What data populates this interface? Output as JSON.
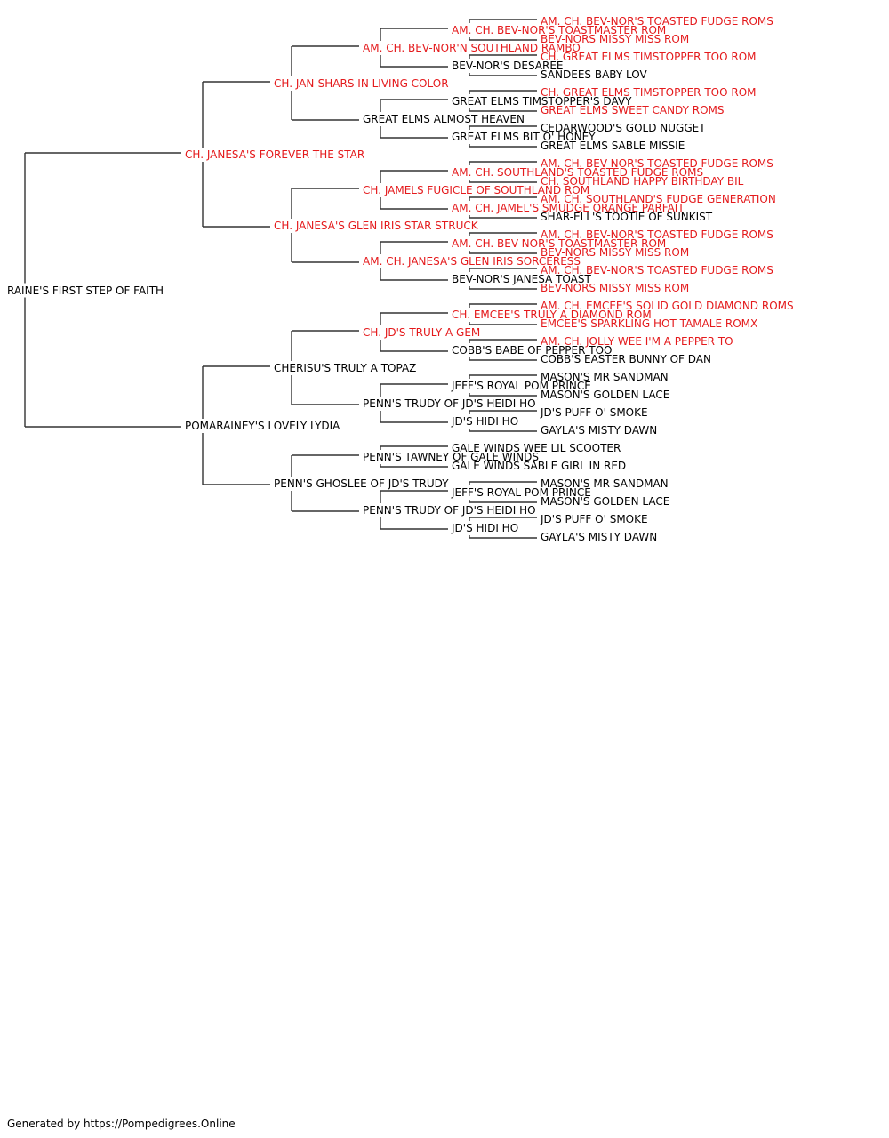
{
  "colors": {
    "champion": "#e41a1c",
    "normal": "#000000",
    "line": "#333333"
  },
  "footer": "Generated by https://Pompedigrees.Online",
  "pedigree": {
    "name": "RAINE'S FIRST STEP OF FAITH",
    "champ": false,
    "sire": {
      "name": "CH. JANESA'S FOREVER THE STAR",
      "champ": true,
      "sire": {
        "name": "CH. JAN-SHARS IN LIVING COLOR",
        "champ": true,
        "sire": {
          "name": "AM. CH. BEV-NOR'N SOUTHLAND RAMBO",
          "champ": true,
          "sire": {
            "name": "AM. CH. BEV-NOR'S TOASTMASTER ROM",
            "champ": true,
            "sire": {
              "name": "AM. CH. BEV-NOR'S TOASTED FUDGE ROMS",
              "champ": true
            },
            "dam": {
              "name": "BEV-NORS MISSY MISS ROM",
              "champ": true
            }
          },
          "dam": {
            "name": "BEV-NOR'S DESAREE",
            "champ": false,
            "sire": {
              "name": "CH. GREAT ELMS TIMSTOPPER TOO ROM",
              "champ": true
            },
            "dam": {
              "name": "SANDEES BABY LOV",
              "champ": false
            }
          }
        },
        "dam": {
          "name": "GREAT ELMS ALMOST HEAVEN",
          "champ": false,
          "sire": {
            "name": "GREAT ELMS TIMSTOPPER'S DAVY",
            "champ": false,
            "sire": {
              "name": "CH. GREAT ELMS TIMSTOPPER TOO ROM",
              "champ": true
            },
            "dam": {
              "name": "GREAT ELMS SWEET CANDY ROMS",
              "champ": true
            }
          },
          "dam": {
            "name": "GREAT ELMS BIT O' HONEY",
            "champ": false,
            "sire": {
              "name": "CEDARWOOD'S GOLD NUGGET",
              "champ": false
            },
            "dam": {
              "name": "GREAT ELMS SABLE MISSIE",
              "champ": false
            }
          }
        }
      },
      "dam": {
        "name": "CH. JANESA'S GLEN IRIS STAR STRUCK",
        "champ": true,
        "sire": {
          "name": "CH. JAMELS FUGICLE OF SOUTHLAND ROM",
          "champ": true,
          "sire": {
            "name": "AM. CH. SOUTHLAND'S TOASTED FUDGE ROMS",
            "champ": true,
            "sire": {
              "name": "AM. CH. BEV-NOR'S TOASTED FUDGE ROMS",
              "champ": true
            },
            "dam": {
              "name": "CH. SOUTHLAND HAPPY BIRTHDAY BIL",
              "champ": true
            }
          },
          "dam": {
            "name": "AM. CH. JAMEL'S SMUDGE ORANGE PARFAIT",
            "champ": true,
            "sire": {
              "name": "AM. CH. SOUTHLAND'S FUDGE GENERATION",
              "champ": true
            },
            "dam": {
              "name": "SHAR-ELL'S TOOTIE OF SUNKIST",
              "champ": false
            }
          }
        },
        "dam": {
          "name": "AM. CH. JANESA'S GLEN IRIS SORCERESS",
          "champ": true,
          "sire": {
            "name": "AM. CH. BEV-NOR'S TOASTMASTER ROM",
            "champ": true,
            "sire": {
              "name": "AM. CH. BEV-NOR'S TOASTED FUDGE ROMS",
              "champ": true
            },
            "dam": {
              "name": "BEV-NORS MISSY MISS ROM",
              "champ": true
            }
          },
          "dam": {
            "name": "BEV-NOR'S JANESA TOAST",
            "champ": false,
            "sire": {
              "name": "AM. CH. BEV-NOR'S TOASTED FUDGE ROMS",
              "champ": true
            },
            "dam": {
              "name": "BEV-NORS MISSY MISS ROM",
              "champ": true
            }
          }
        }
      }
    },
    "dam": {
      "name": "POMARAINEY'S LOVELY LYDIA",
      "champ": false,
      "sire": {
        "name": "CHERISU'S TRULY A TOPAZ",
        "champ": false,
        "sire": {
          "name": "CH. JD'S TRULY A GEM",
          "champ": true,
          "sire": {
            "name": "CH. EMCEE'S TRULY A DIAMOND ROM",
            "champ": true,
            "sire": {
              "name": "AM. CH. EMCEE'S SOLID GOLD DIAMOND ROMS",
              "champ": true
            },
            "dam": {
              "name": "EMCEE'S SPARKLING HOT TAMALE ROMX",
              "champ": true
            }
          },
          "dam": {
            "name": "COBB'S BABE OF PEPPER TOO",
            "champ": false,
            "sire": {
              "name": "AM. CH. JOLLY WEE I'M A PEPPER TO",
              "champ": true
            },
            "dam": {
              "name": "COBB'S EASTER BUNNY OF DAN",
              "champ": false
            }
          }
        },
        "dam": {
          "name": "PENN'S TRUDY OF JD'S HEIDI HO",
          "champ": false,
          "sire": {
            "name": "JEFF'S ROYAL POM PRINCE",
            "champ": false,
            "sire": {
              "name": "MASON'S MR SANDMAN",
              "champ": false
            },
            "dam": {
              "name": "MASON'S GOLDEN LACE",
              "champ": false
            }
          },
          "dam": {
            "name": "JD'S HIDI HO",
            "champ": false,
            "sire": {
              "name": "JD'S PUFF O' SMOKE",
              "champ": false
            },
            "dam": {
              "name": "GAYLA'S MISTY DAWN",
              "champ": false
            }
          }
        }
      },
      "dam": {
        "name": "PENN'S GHOSLEE OF JD'S TRUDY",
        "champ": false,
        "sire": {
          "name": "PENN'S TAWNEY OF GALE WINDS",
          "champ": false,
          "sire": {
            "name": "GALE WINDS WEE LIL SCOOTER",
            "champ": false
          },
          "dam": {
            "name": "GALE WINDS SABLE GIRL IN RED",
            "champ": false
          }
        },
        "dam": {
          "name": "PENN'S TRUDY OF JD'S HEIDI HO",
          "champ": false,
          "sire": {
            "name": "JEFF'S ROYAL POM PRINCE",
            "champ": false,
            "sire": {
              "name": "MASON'S MR SANDMAN",
              "champ": false
            },
            "dam": {
              "name": "MASON'S GOLDEN LACE",
              "champ": false
            }
          },
          "dam": {
            "name": "JD'S HIDI HO",
            "champ": false,
            "sire": {
              "name": "JD'S PUFF O' SMOKE",
              "champ": false
            },
            "dam": {
              "name": "GAYLA'S MISTY DAWN",
              "champ": false
            }
          }
        }
      }
    }
  }
}
